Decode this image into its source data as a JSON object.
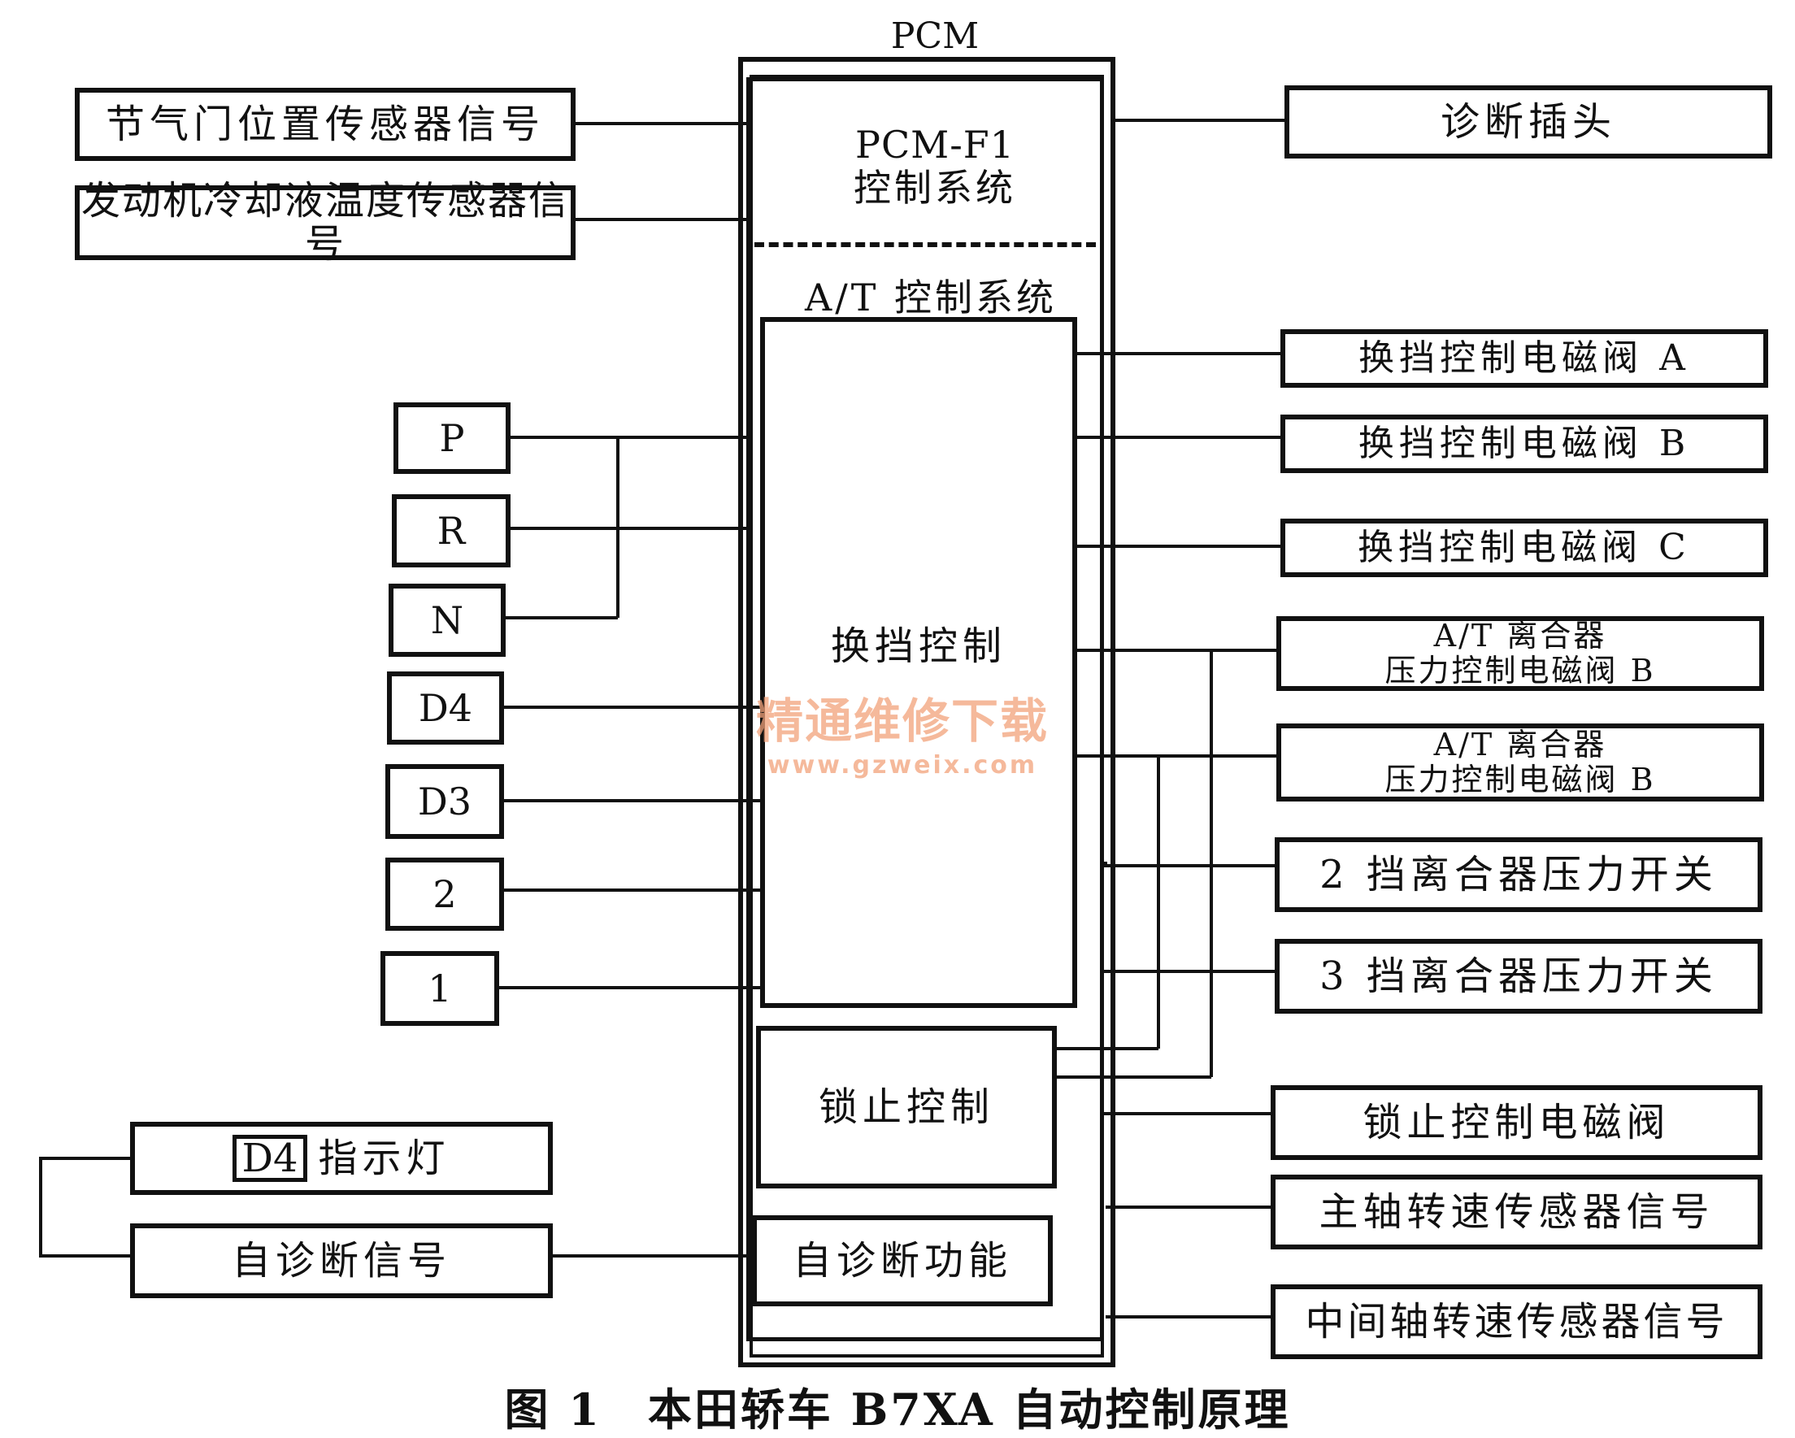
{
  "pcm": {
    "title": "PCM",
    "pcm_f1_title": "PCM-F1",
    "pcm_f1_subtitle": "控制系统",
    "at_title": "A/T 控制系统",
    "shift_control": "换挡控制",
    "lockup_control": "锁止控制",
    "self_diag_function": "自诊断功能"
  },
  "left_inputs": {
    "throttle": "节气门位置传感器信号",
    "coolant": "发动机冷却液温度传感器信号"
  },
  "gears": [
    "P",
    "R",
    "N",
    "D4",
    "D3",
    "2",
    "1"
  ],
  "indicator": {
    "badge": "D4",
    "label": "指示灯"
  },
  "self_diag_signal": "自诊断信号",
  "right_outputs": {
    "diag_connector": "诊断插头",
    "solenoid_a": "换挡控制电磁阀 A",
    "solenoid_b": "换挡控制电磁阀 B",
    "solenoid_c": "换挡控制电磁阀 C",
    "clutch_pressure_1": {
      "line1": "A/T 离合器",
      "line2": "压力控制电磁阀 B"
    },
    "clutch_pressure_2": {
      "line1": "A/T 离合器",
      "line2": "压力控制电磁阀 B"
    },
    "switch_2nd": "2 挡离合器压力开关",
    "switch_3rd": "3 挡离合器压力开关",
    "lockup_solenoid": "锁止控制电磁阀",
    "mainshaft_sensor": "主轴转速传感器信号",
    "countershaft_sensor": "中间轴转速传感器信号"
  },
  "watermark": {
    "line1": "精通维修下载",
    "line2": "www.gzweix.com"
  },
  "caption": "图 1　本田轿车 B7XA 自动控制原理"
}
